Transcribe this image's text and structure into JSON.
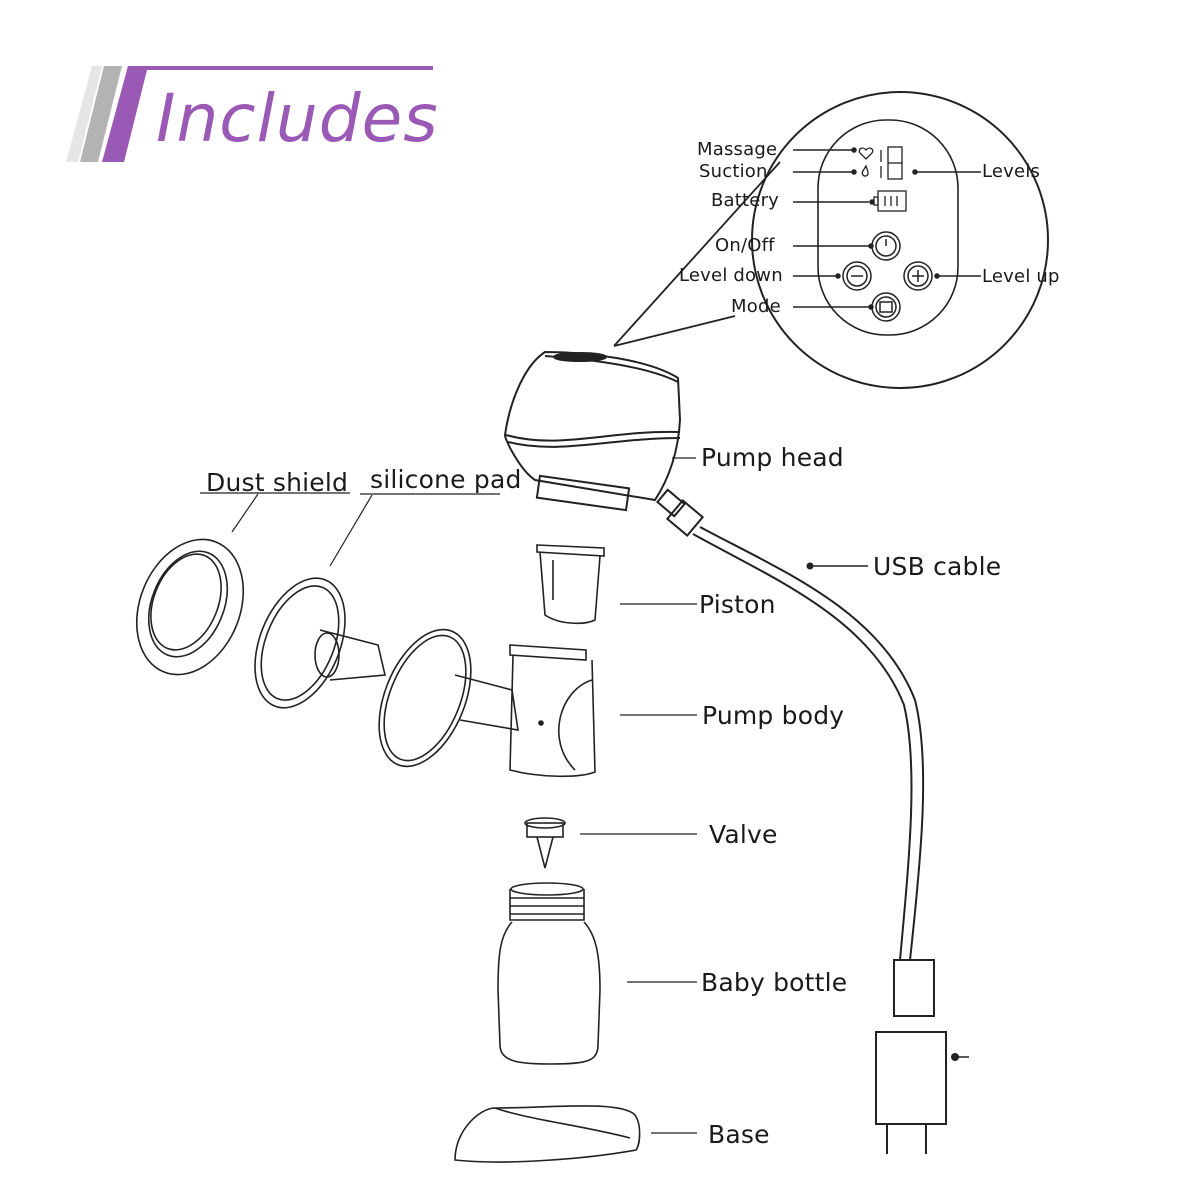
{
  "header": {
    "title": "Includes",
    "accent_color": "#9b59b6",
    "stripe_gray": "#b3b3b3",
    "stripe_light": "#e6e6e6"
  },
  "panel": {
    "labels": {
      "massage": "Massage",
      "suction": "Suction",
      "battery": "Battery",
      "on_off": "On/Off",
      "level_down": "Level down",
      "mode": "Mode",
      "levels": "Levels",
      "level_up": "Level up"
    }
  },
  "parts": {
    "pump_head": "Pump head",
    "dust_shield": "Dust shield",
    "silicone_pad": "silicone pad",
    "usb_cable": "USB cable",
    "piston": "Piston",
    "pump_body": "Pump body",
    "valve": "Valve",
    "baby_bottle": "Baby bottle",
    "base": "Base"
  }
}
